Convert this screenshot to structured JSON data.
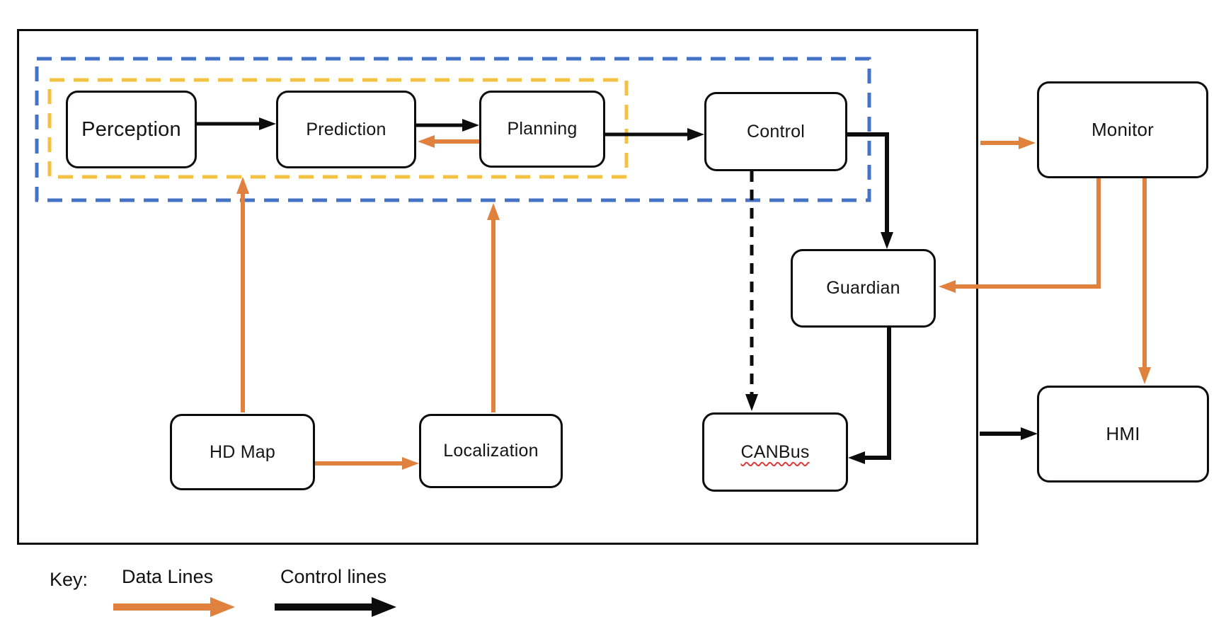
{
  "colors": {
    "data_line_orange": "#E0823E",
    "control_line_black": "#0C0C0C",
    "dashed_blue": "#4472C4",
    "dashed_yellow": "#F3C243",
    "squiggle_red": "#E03B3B"
  },
  "nodes": {
    "perception": {
      "label": "Perception"
    },
    "prediction": {
      "label": "Prediction"
    },
    "planning": {
      "label": "Planning"
    },
    "control": {
      "label": "Control"
    },
    "monitor": {
      "label": "Monitor"
    },
    "guardian": {
      "label": "Guardian"
    },
    "hd_map": {
      "label": "HD Map"
    },
    "localization": {
      "label": "Localization"
    },
    "canbus": {
      "label": "CANBus"
    },
    "hmi": {
      "label": "HMI"
    }
  },
  "edges": [
    {
      "from": "Perception",
      "to": "Prediction",
      "type": "control"
    },
    {
      "from": "Prediction",
      "to": "Planning",
      "type": "control"
    },
    {
      "from": "Planning",
      "to": "Prediction",
      "type": "data"
    },
    {
      "from": "Planning",
      "to": "Control",
      "type": "control"
    },
    {
      "from": "Control",
      "to": "Guardian",
      "type": "control"
    },
    {
      "from": "Control",
      "to": "CANBus",
      "type": "control-dashed"
    },
    {
      "from": "Guardian",
      "to": "CANBus",
      "type": "control"
    },
    {
      "from": "HD Map",
      "to": "pipeline-boundary",
      "type": "data"
    },
    {
      "from": "Localization",
      "to": "pipeline-boundary",
      "type": "data"
    },
    {
      "from": "HD Map",
      "to": "Localization",
      "type": "data"
    },
    {
      "from": "system-boundary",
      "to": "Monitor",
      "type": "data"
    },
    {
      "from": "Monitor",
      "to": "Guardian",
      "type": "data"
    },
    {
      "from": "Monitor",
      "to": "HMI",
      "type": "data"
    },
    {
      "from": "system-boundary",
      "to": "HMI",
      "type": "control"
    }
  ],
  "legend": {
    "key_label": "Key:",
    "data_lines_label": "Data Lines",
    "control_lines_label": "Control lines"
  }
}
